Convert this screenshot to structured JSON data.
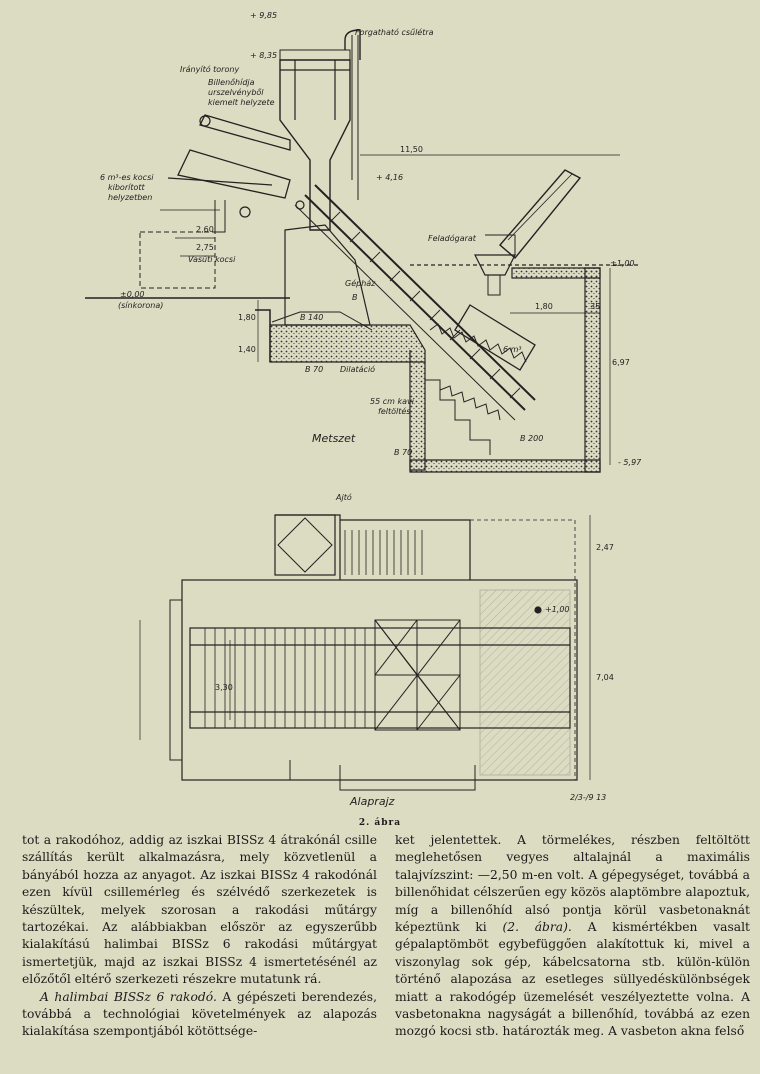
{
  "figure": {
    "labels": {
      "level_top": "+ 9,85",
      "level_tower": "+ 8,35",
      "forgathato": "Forgatható csűlétra",
      "iranyito": "Irányító torony",
      "billenohid_1": "Billenőhídja",
      "billenohid_2": "urszelvényből",
      "billenohid_3": "kiemelt helyzete",
      "kocsi_1": "6 m³-es kocsi",
      "kocsi_2": "kiborított",
      "kocsi_3": "helyzetben",
      "dim_1150": "11,50",
      "level_416": "+ 4,16",
      "dim_260": "2,60",
      "dim_275": "2,75",
      "vasuti_kocsi": "Vasúti kocsi",
      "feladogarat": "Feladógarat",
      "level_100": "±1,00",
      "level_000": "±0,00",
      "sinkorona": "(sínkorona)",
      "gephaz": "Gépház",
      "b": "B",
      "dim_180": "1,80",
      "dim_35": "35",
      "b140": "B 140",
      "m6": "6 m³",
      "dim_697": "6,97",
      "dim_180v": "1,80",
      "dim_140v": "1,40",
      "b70": "B 70",
      "dilatacio": "Dilatáció",
      "talaj_1": "55 cm kavi",
      "talaj_2": "feltöltés",
      "metszet": "Metszet",
      "b200": "B 200",
      "b70b": "B 70",
      "level_597": "- 5,97",
      "ajto": "Ajtó",
      "dim_247": "2,47",
      "plus100": "+1,00",
      "dim_330": "3,30",
      "dim_704": "7,04",
      "alaprajz": "Alaprajz",
      "stamp": "2/3-/9 13"
    },
    "caption": "2. ábra"
  },
  "text": {
    "left_p1": "tot a rakodóhoz, addig az iszkai BISSz 4 átrakónál csille szállítás került alkalmazásra, mely közvetlenül a bányából hozza az anyagot. Az iszkai BISSz 4 rakodónál ezen kívül csillemérleg és szélvédő szerkezetek is készültek, melyek szorosan a rakodási műtárgy tartozékai. Az alábbiakban először az egyszerűbb kialakítású halimbai BISSz 6 rakodási műtárgyat ismertetjük, majd az iszkai BISSz 4 ismertetésénél az előzőtől eltérő szerkezeti részekre mutatunk rá.",
    "left_p2_head": "A halimbai BISSz 6 rakodó.",
    "left_p2_body": " A gépészeti berendezés, továbbá a technológiai követelmények az alapozás kialakítása szempontjából kötöttsége-",
    "right_p1_a": "ket jelentettek. A törmelékes, részben feltöltött meglehetősen vegyes altalajnál a maximális talajvízszint: —2,50 m-en volt. A gépegységet, továbbá a billenőhidat célszerűen egy közös alaptömbre alapoztuk, míg a billenőhíd alsó pontja körül vasbetonaknát képeztünk ki ",
    "right_p1_ref": "(2. ábra).",
    "right_p1_b": " A kismértékben vasalt gépalaptömböt egybefüggően alakítottuk ki, mivel a viszonylag sok gép, kábelcsatorna stb. külön-külön történő alapozása az esetleges süllyedéskülönbségek miatt a rakodógép üzemelését veszélyeztette volna. A vasbetonakna nagyságát a billenőhíd, továbbá az ezen mozgó kocsi stb. határozták meg. A vasbeton akna felső"
  }
}
